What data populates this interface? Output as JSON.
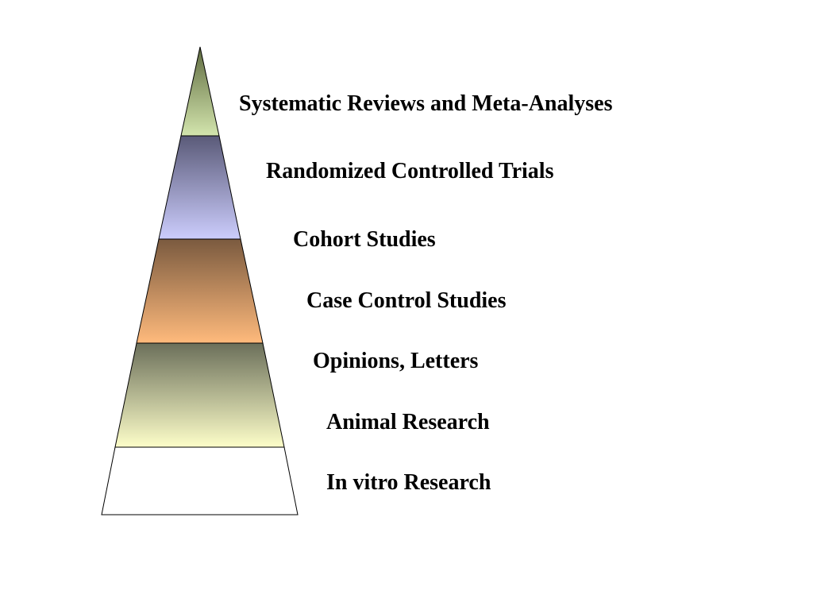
{
  "levels": [
    {
      "label": "Systematic Reviews and Meta-Analyses",
      "top_color": "#5f6b40",
      "bottom_color": "#d3e5ad"
    },
    {
      "label": "Randomized Controlled Trials",
      "top_color": "#5a5a78",
      "bottom_color": "#cccdfd"
    },
    {
      "label": "Cohort Studies",
      "top_color": "#7a5a3f",
      "bottom_color": "#ffba7c"
    },
    {
      "label": "Case Control Studies",
      "top_color": "",
      "bottom_color": ""
    },
    {
      "label": "Opinions, Letters",
      "top_color": "#6b6f5a",
      "bottom_color": "#fdfec9"
    },
    {
      "label": "Animal Research",
      "top_color": "",
      "bottom_color": ""
    },
    {
      "label": "In vitro Research",
      "top_color": "#ffffff",
      "bottom_color": "#ffffff"
    }
  ]
}
